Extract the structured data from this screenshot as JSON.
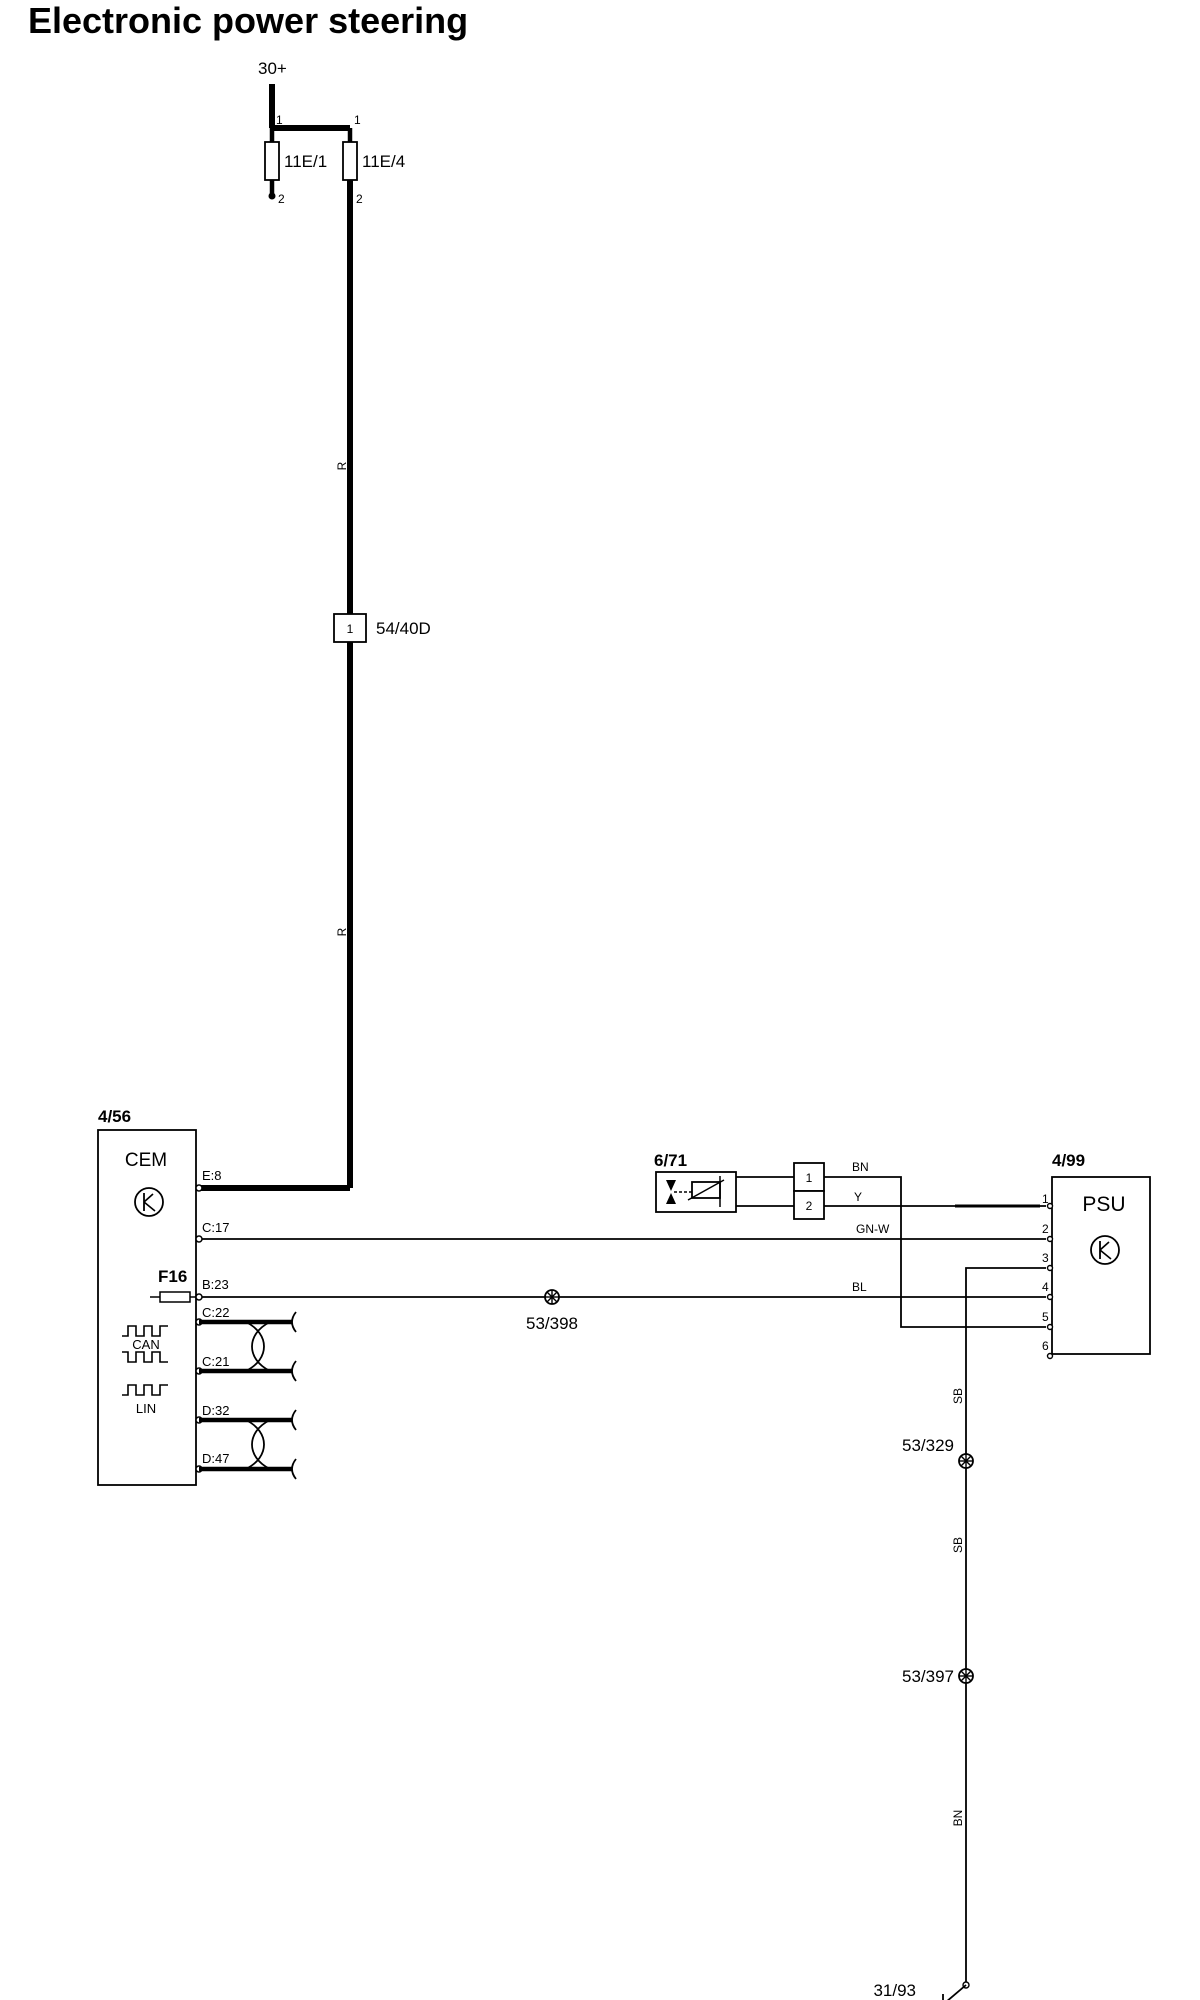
{
  "title": "Electronic power steering",
  "supply": {
    "label": "30+"
  },
  "fuses": [
    {
      "id": "11E/1",
      "pin_top": "1",
      "pin_bottom": "2"
    },
    {
      "id": "11E/4",
      "pin_top": "1",
      "pin_bottom": "2"
    }
  ],
  "wire_colors": {
    "r1": "R",
    "r2": "R",
    "bn_top": "BN",
    "y": "Y",
    "gnw": "GN-W",
    "bl": "BL",
    "sb1": "SB",
    "sb2": "SB",
    "bn_bottom": "BN"
  },
  "connector_54": {
    "id": "54/40D",
    "pin": "1"
  },
  "cem": {
    "id": "4/56",
    "name": "CEM",
    "fuse": "F16",
    "pins": [
      "E:8",
      "C:17",
      "B:23",
      "C:22",
      "C:21",
      "D:32",
      "D:47"
    ],
    "can_label": "CAN",
    "lin_label": "LIN"
  },
  "sensor": {
    "id": "6/71",
    "pins": [
      "1",
      "2"
    ]
  },
  "psu": {
    "id": "4/99",
    "name": "PSU",
    "pins": [
      "1",
      "2",
      "3",
      "4",
      "5",
      "6"
    ]
  },
  "splices": [
    "53/398",
    "53/329",
    "53/397"
  ],
  "ground": {
    "id": "31/93"
  }
}
